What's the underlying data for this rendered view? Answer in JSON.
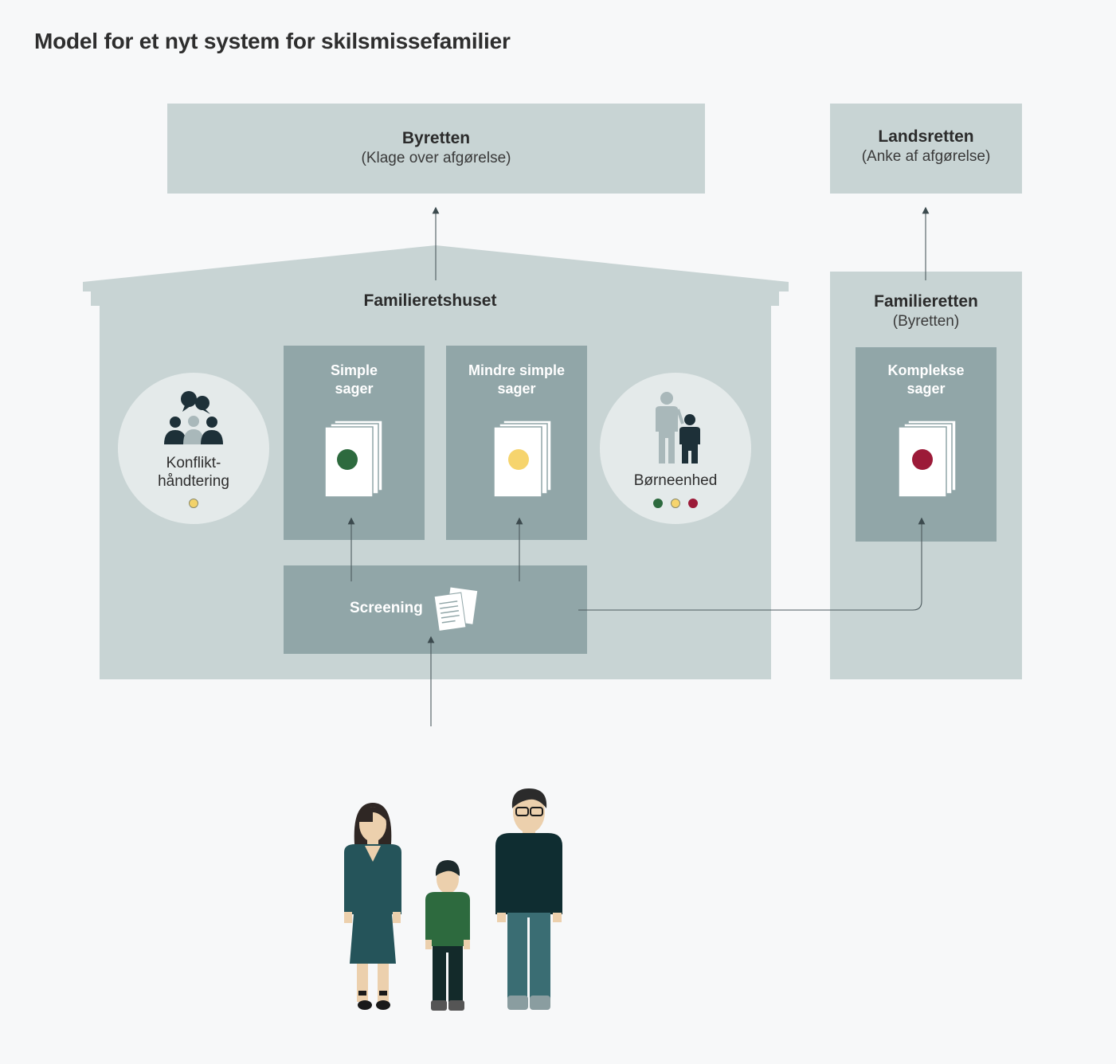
{
  "title": "Model for et nyt system for skilsmissefamilier",
  "byretten": {
    "title": "Byretten",
    "subtitle": "(Klage over afgørelse)"
  },
  "landsretten": {
    "title": "Landsretten",
    "subtitle": "(Anke af afgørelse)"
  },
  "familieretshuset": {
    "title": "Familieretshuset"
  },
  "familieretten": {
    "title": "Familieretten",
    "subtitle": "(Byretten)"
  },
  "konflikt": {
    "line1": "Konflikt-",
    "line2": "håndtering",
    "dots": [
      "#f2d26a"
    ]
  },
  "simple": {
    "line1": "Simple",
    "line2": "sager",
    "color": "#2d6a3e"
  },
  "mindre": {
    "line1": "Mindre simple",
    "line2": "sager",
    "color": "#f6d46d"
  },
  "borneenhed": {
    "label": "Børneenhed",
    "dots": [
      "#2d6a3e",
      "#f6d46d",
      "#9c1a38"
    ]
  },
  "komplekse": {
    "line1": "Komplekse",
    "line2": "sager",
    "color": "#9c1a38"
  },
  "screening": {
    "label": "Screening"
  },
  "icons": [
    "people-talk-icon",
    "adult-child-icon",
    "document-stack-icon",
    "papers-icon",
    "family-illustration"
  ],
  "colors": {
    "light_box": "#c8d4d4",
    "dark_box": "#91a6a8",
    "circle": "#e4eaea"
  }
}
